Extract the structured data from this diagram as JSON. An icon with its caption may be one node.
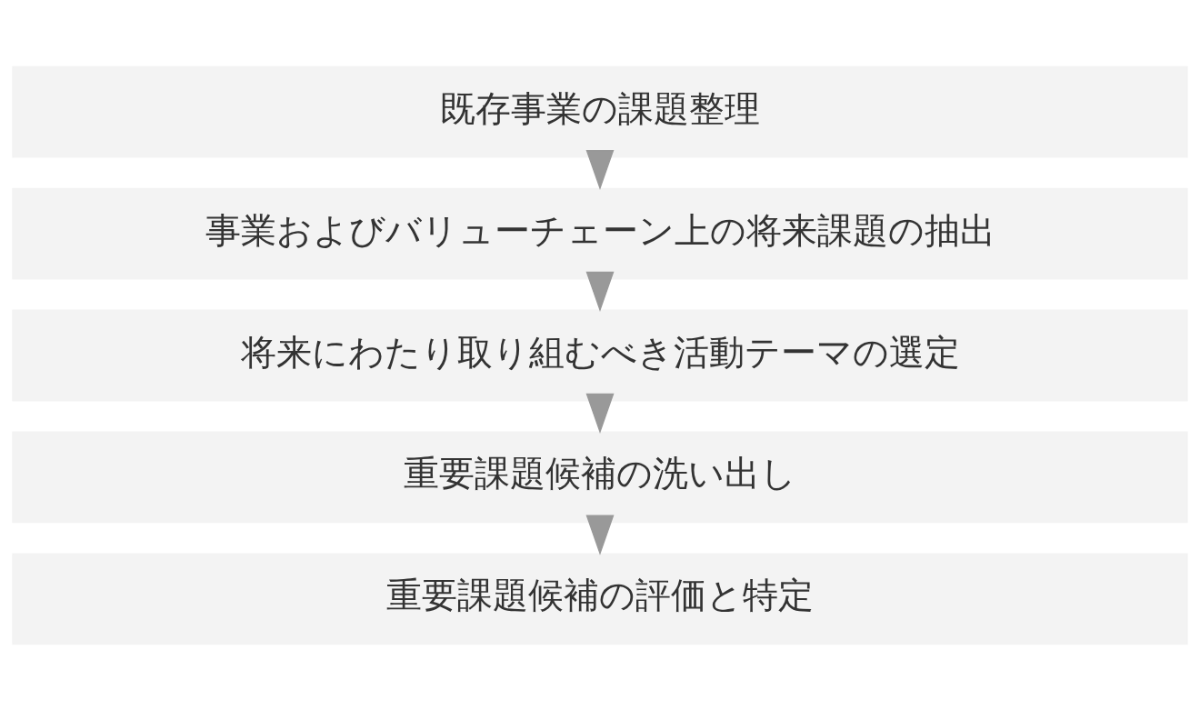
{
  "diagram": {
    "nodes": [
      {
        "text": [
          "既存事業の課題整理"
        ]
      },
      {
        "text": [
          "事業およびバリューチェーン上の将来課題の抽出"
        ]
      },
      {
        "text": [
          "将来にわたり取り組むべき活動テーマの選定"
        ]
      },
      {
        "text": [
          "重要課題候補の洗い出し"
        ]
      },
      {
        "text": [
          "重要課題候補の評価と特定"
        ]
      }
    ],
    "edges": [
      {
        "from": 0,
        "to": 1,
        "arrow": "to"
      },
      {
        "from": 1,
        "to": 2,
        "arrow": "to"
      },
      {
        "from": 2,
        "to": 3,
        "arrow": "to"
      },
      {
        "from": 3,
        "to": 4,
        "arrow": "to"
      }
    ]
  }
}
